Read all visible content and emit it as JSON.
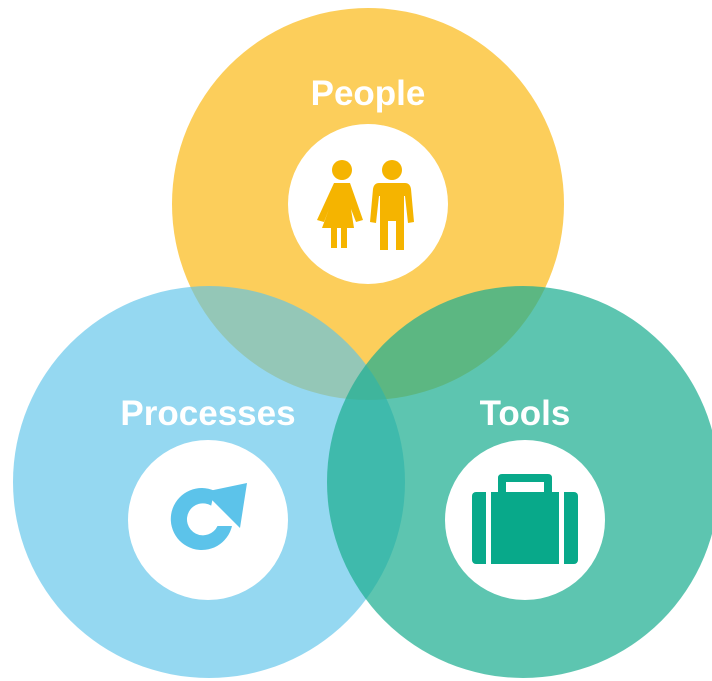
{
  "diagram": {
    "type": "venn",
    "circles": [
      {
        "id": "people",
        "label": "People",
        "icon": "people-icon",
        "color": "#fbc02d",
        "icon_color": "#f5b400"
      },
      {
        "id": "processes",
        "label": "Processes",
        "icon": "refresh-cycle-icon",
        "color": "#5cc3ea",
        "icon_color": "#5cc3ea"
      },
      {
        "id": "tools",
        "label": "Tools",
        "icon": "toolbox-icon",
        "color": "#1eae91",
        "icon_color": "#08a98a"
      }
    ],
    "center_overlap_color": "#4fbfcf"
  }
}
